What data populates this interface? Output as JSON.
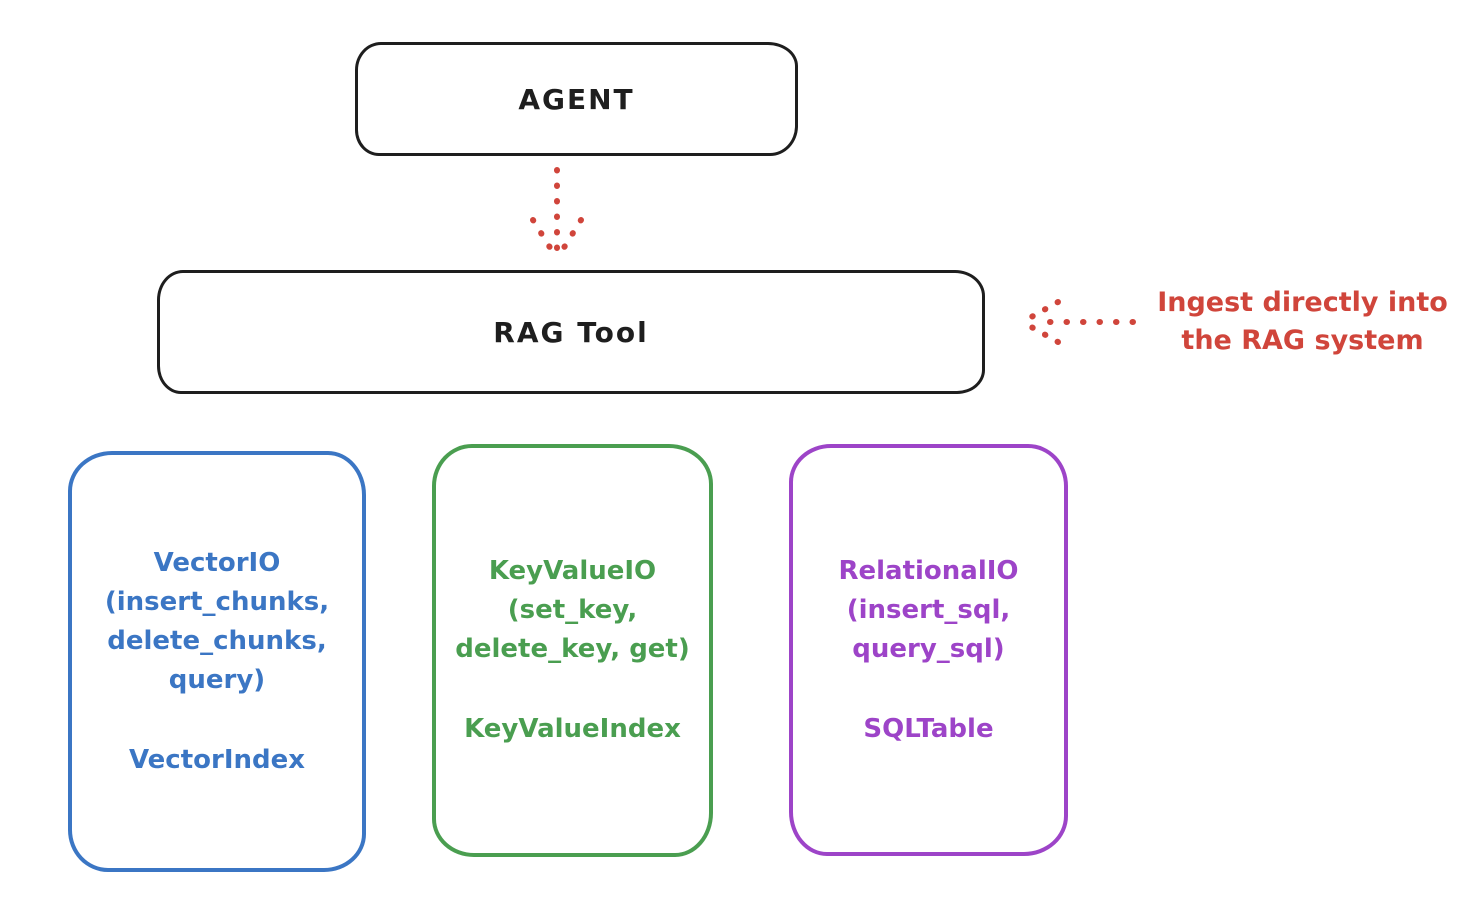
{
  "palette": {
    "ink": "#1e1e1e",
    "red": "#d0453b",
    "blue": "#3b76c4",
    "green": "#4a9e50",
    "purple": "#9d44c8",
    "background": "#ffffff"
  },
  "agent_box": {
    "label": "AGENT"
  },
  "rag_tool_box": {
    "label": "RAG Tool"
  },
  "annotation": {
    "text": "Ingest directly into\nthe RAG system"
  },
  "backends": [
    {
      "name": "vector-io",
      "title": "VectorIO\n(insert_chunks,\ndelete_chunks,\nquery)",
      "index_label": "VectorIndex",
      "color": "#3b76c4"
    },
    {
      "name": "keyvalue-io",
      "title": "KeyValueIO\n(set_key,\ndelete_key, get)",
      "index_label": "KeyValueIndex",
      "color": "#4a9e50"
    },
    {
      "name": "relational-io",
      "title": "RelationalIO\n(insert_sql,\nquery_sql)",
      "index_label": "SQLTable",
      "color": "#9d44c8"
    }
  ]
}
